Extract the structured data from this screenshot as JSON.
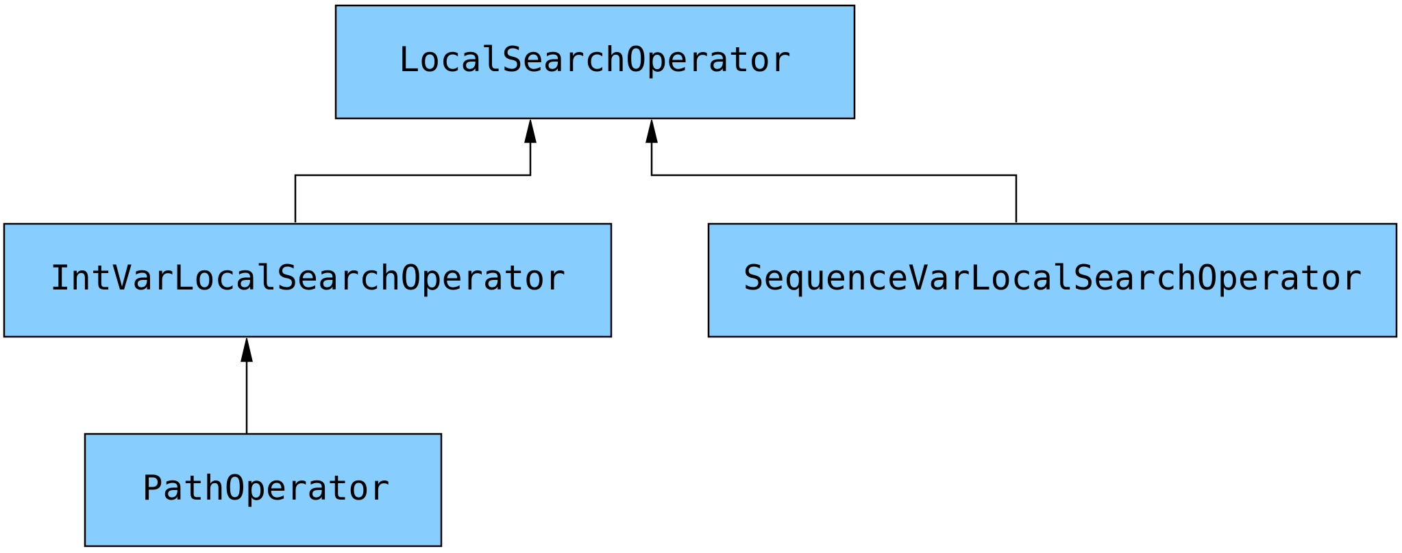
{
  "diagram": {
    "style": {
      "node_fill": "#87CEFF",
      "node_stroke": "#000000",
      "edge_color": "#000000"
    },
    "nodes": {
      "local_search_operator": "LocalSearchOperator",
      "int_var_local_search_operator": "IntVarLocalSearchOperator",
      "sequence_var_local_search_operator": "SequenceVarLocalSearchOperator",
      "path_operator": "PathOperator"
    },
    "edges": [
      {
        "from": "IntVarLocalSearchOperator",
        "to": "LocalSearchOperator",
        "type": "inheritance"
      },
      {
        "from": "SequenceVarLocalSearchOperator",
        "to": "LocalSearchOperator",
        "type": "inheritance"
      },
      {
        "from": "PathOperator",
        "to": "IntVarLocalSearchOperator",
        "type": "inheritance"
      }
    ]
  }
}
